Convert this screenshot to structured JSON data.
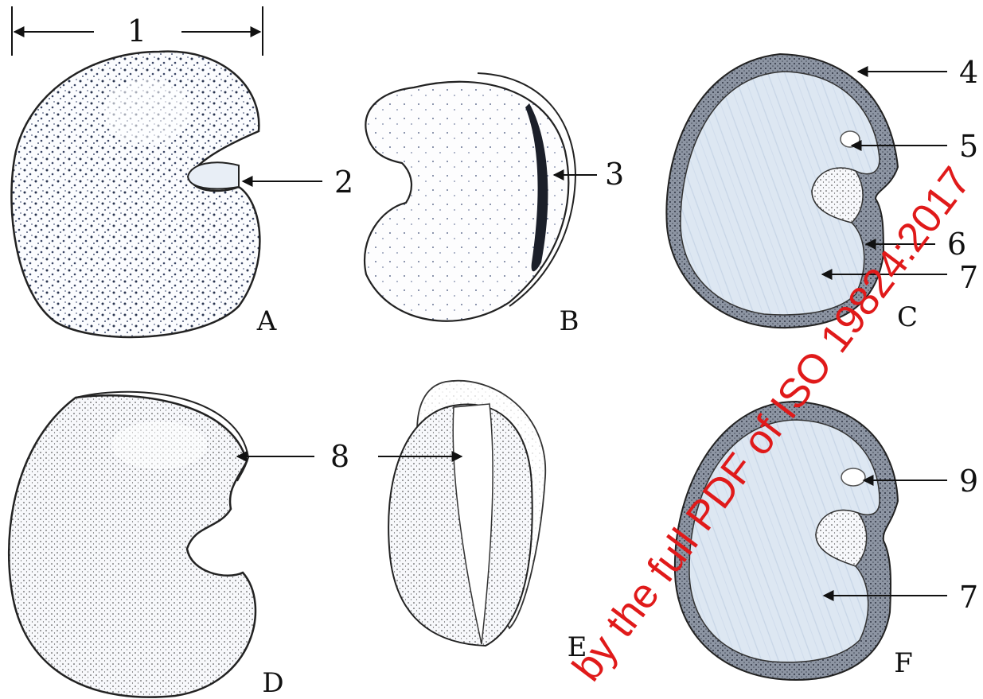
{
  "figure": {
    "dimension_label": "1",
    "callouts": [
      "2",
      "3",
      "4",
      "5",
      "6",
      "7",
      "8",
      "9",
      "7"
    ],
    "panels": [
      "A",
      "B",
      "C",
      "D",
      "E",
      "F"
    ]
  },
  "watermark": "by the full PDF of ISO 19824:2017",
  "colors": {
    "ink": "#111111",
    "watermark": "#e01a1a",
    "tissue": "#dbe6f1"
  }
}
